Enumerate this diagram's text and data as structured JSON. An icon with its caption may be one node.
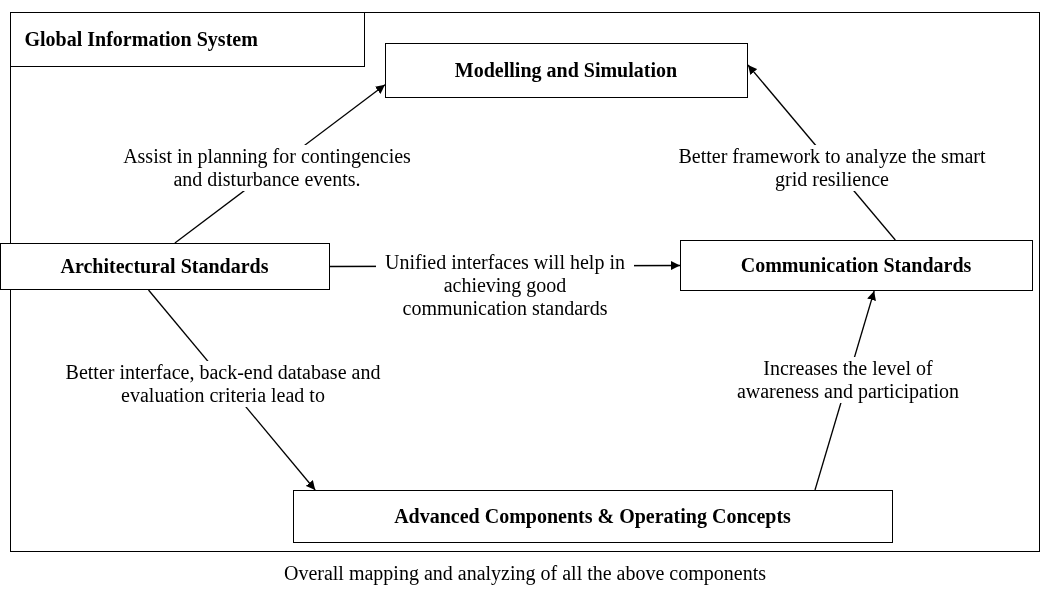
{
  "diagram": {
    "caption": "Overall mapping and analyzing of all the above components",
    "nodes": [
      {
        "text": [],
        "shape": "box"
      },
      {
        "text": [
          "Global Information System"
        ],
        "in": 0
      },
      {
        "text": [
          "Modelling and Simulation"
        ],
        "in": 0
      },
      {
        "text": [
          "Architectural Standards"
        ],
        "in": 0
      },
      {
        "text": [
          "Communication Standards"
        ],
        "in": 0
      },
      {
        "text": [
          "Advanced Components & Operating Concepts"
        ],
        "in": 0
      }
    ],
    "edges": [
      {
        "from": 3,
        "to": 2,
        "arrow": "to",
        "label": "Assist in planning for contingencies and disturbance events."
      },
      {
        "from": 4,
        "to": 2,
        "arrow": "to",
        "label": "Better framework to analyze the smart grid resilience"
      },
      {
        "from": 3,
        "to": 4,
        "arrow": "to",
        "label": "Unified interfaces will help in achieving good communication standards"
      },
      {
        "from": 3,
        "to": 5,
        "arrow": "to",
        "label": "Better interface, back-end database and evaluation criteria lead to"
      },
      {
        "from": 5,
        "to": 4,
        "arrow": "to",
        "label": "Increases the level of awareness and participation"
      }
    ]
  }
}
